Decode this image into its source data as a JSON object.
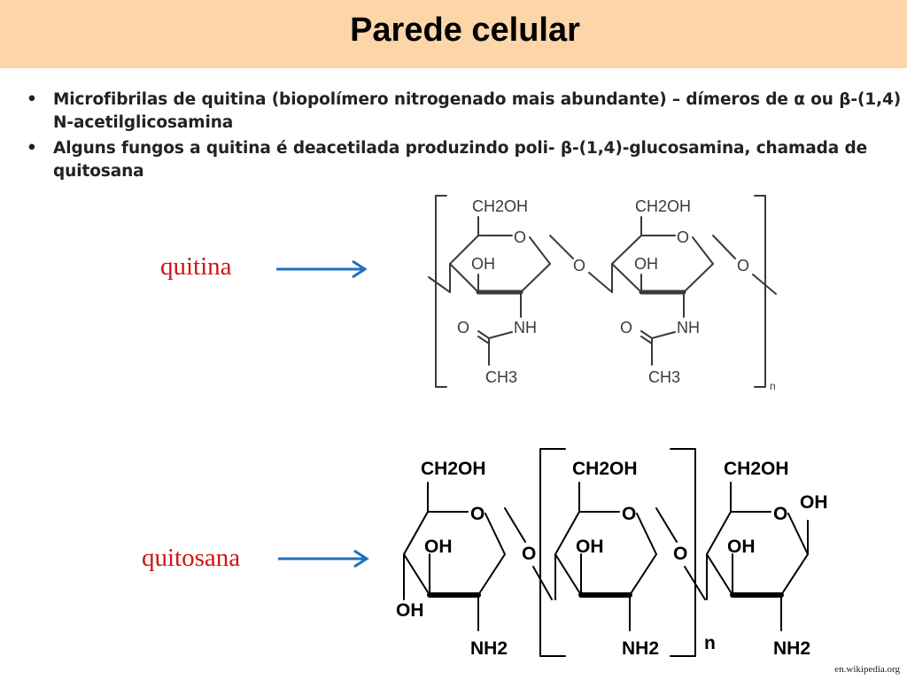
{
  "slide": {
    "title": "Parede celular",
    "bullets": [
      {
        "marker": "•",
        "parts": [
          "Microfibrilas de quitina (biopolímero nitrogenado mais abundante) – dímeros de ",
          "α",
          " ou ",
          "β",
          "-(1,4) N-acetilglicosamina"
        ]
      },
      {
        "marker": "•",
        "parts": [
          "Alguns fungos a quitina é deacetilada produzindo poli- ",
          "β",
          "-(1,4)-glucosamina, chamada de quitosana"
        ]
      }
    ],
    "chitin_label": "quitina",
    "chitosan_label": "quitosana",
    "source": "en.wikipedia.org"
  },
  "chitin": {
    "ch2oh_1": "CH2OH",
    "ch2oh_2": "CH2OH",
    "ring_o_1": "O",
    "ring_o_2": "O",
    "link_o": "O",
    "end_o": "O",
    "oh_1": "OH",
    "oh_2": "OH",
    "o_1": "O",
    "o_2": "O",
    "nh_1": "NH",
    "nh_2": "NH",
    "ch3_1": "CH3",
    "ch3_2": "CH3",
    "n": "n"
  },
  "chitosan": {
    "ch2oh_1": "CH2OH",
    "ch2oh_2": "CH2OH",
    "ch2oh_3": "CH2OH",
    "ring_o_1": "O",
    "ring_o_2": "O",
    "ring_o_3": "O",
    "link_o_1": "O",
    "link_o_2": "O",
    "oh_1": "OH",
    "oh_2": "OH",
    "oh_3": "OH",
    "oh_left": "OH",
    "oh_right": "OH",
    "nh2_1": "NH2",
    "nh2_2": "NH2",
    "nh2_3": "NH2",
    "n": "n"
  },
  "colors": {
    "header": "#fcd5a8",
    "label": "#d01414",
    "arrow": "#1f6fbf"
  }
}
